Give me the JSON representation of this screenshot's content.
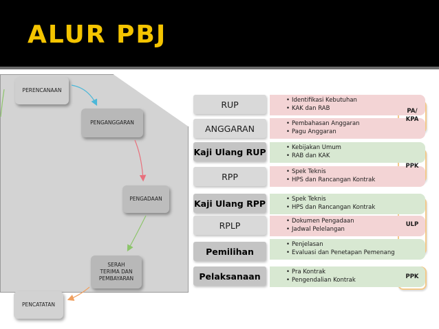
{
  "title": "ALUR PBJ",
  "flow": {
    "perencanaan": "PERENCANAAN",
    "penganggaran": "PENGANGGARAN",
    "pengadaan": "PENGADAAN",
    "serah_line1": "SERAH",
    "serah_line2": "TERIMA DAN",
    "serah_line3": "PEMBAYARAN",
    "pencatatan": "PENCATATAN"
  },
  "stages": [
    {
      "label": "RUP",
      "bullets": [
        "Identifikasi Kebutuhan",
        "KAK dan RAB"
      ]
    },
    {
      "label": "ANGGARAN",
      "bullets": [
        "Pembahasan Anggaran",
        "Pagu Anggaran"
      ]
    },
    {
      "label": "Kaji Ulang RUP",
      "bullets": [
        "Kebijakan Umum",
        "RAB dan KAK"
      ]
    },
    {
      "label": "RPP",
      "bullets": [
        "Spek Teknis",
        "HPS dan Rancangan Kontrak"
      ]
    },
    {
      "label": "Kaji Ulang RPP",
      "bullets": [
        "Spek Teknis",
        "HPS dan Rancangan Kontrak"
      ]
    },
    {
      "label": "RPLP",
      "bullets": [
        "Dokumen Pengadaan",
        "Jadwal Pelelangan"
      ]
    },
    {
      "label": "Pemilihan",
      "bullets": [
        "Penjelasan",
        "Evaluasi dan Penetapan Pemenang"
      ]
    },
    {
      "label": "Pelaksanaan",
      "bullets": [
        "Pra Kontrak",
        "Pengendalian Kontrak"
      ]
    }
  ],
  "groups": {
    "pa_kpa_line1": "PA/",
    "pa_kpa_line2": "KPA",
    "ppk_1": "PPK",
    "ulp": "ULP",
    "ppk_2": "PPK"
  },
  "bullet_char": "•",
  "colors": {
    "title_text": "#f4c400",
    "title_bg": "#000000",
    "band_pink": "#f3d4d5",
    "band_green": "#d8e8d2",
    "group_border": "#f3c98a",
    "arrow_cyan": "#4bb7d8",
    "arrow_pink": "#e8707c",
    "arrow_green": "#8cc46a",
    "arrow_orange": "#f0a060"
  }
}
